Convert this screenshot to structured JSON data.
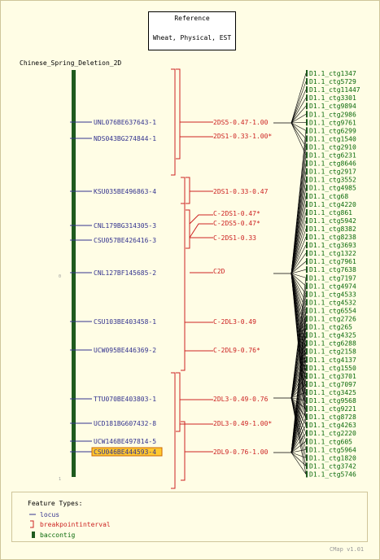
{
  "reference": {
    "title": "Reference",
    "subtitle": "Wheat, Physical, EST"
  },
  "map_name": "Chinese_Spring_Deletion_2D",
  "scale": {
    "start": "0",
    "end": "1"
  },
  "loci": [
    {
      "label": "UNL076BE637643-1",
      "highlight": false
    },
    {
      "label": "NDS043BG274844-1",
      "highlight": false
    },
    {
      "label": "KSU035BE496863-4",
      "highlight": false
    },
    {
      "label": "CNL179BG314305-3",
      "highlight": false
    },
    {
      "label": "CSU057BE426416-3",
      "highlight": false
    },
    {
      "label": "CNL127BF145685-2",
      "highlight": false
    },
    {
      "label": "CSU103BE403458-1",
      "highlight": false
    },
    {
      "label": "UCW095BE446369-2",
      "highlight": false
    },
    {
      "label": "TTU070BE403803-1",
      "highlight": false
    },
    {
      "label": "UCD181BG607432-8",
      "highlight": false
    },
    {
      "label": "UCW146BE497814-5",
      "highlight": false
    },
    {
      "label": "CSU046BE444593-4",
      "highlight": true
    }
  ],
  "intervals": [
    "2DS5-0.47-1.00",
    "2DS1-0.33-1.00*",
    "2DS1-0.33-0.47",
    "C-2DS1-0.47*",
    "C-2DS5-0.47*",
    "C-2DS1-0.33",
    "C2D",
    "C-2DL3-0.49",
    "C-2DL9-0.76*",
    "2DL3-0.49-0.76",
    "2DL3-0.49-1.00*",
    "2DL9-0.76-1.00"
  ],
  "contigs": [
    "D1.1_ctg1347",
    "D1.1_ctg5729",
    "D1.1_ctg11447",
    "D1.1_ctg3301",
    "D1.1_ctg9894",
    "D1.1_ctg2986",
    "D1.1_ctg9761",
    "D1.1_ctg6299",
    "D1.1_ctg1540",
    "D1.1_ctg2910",
    "D1.1_ctg6231",
    "D1.1_ctg8646",
    "D1.1_ctg2917",
    "D1.1_ctg3552",
    "D1.1_ctg4985",
    "D1.1_ctg68",
    "D1.1_ctg4220",
    "D1.1_ctg861",
    "D1.1_ctg5942",
    "D1.1_ctg8382",
    "D1.1_ctg8238",
    "D1.1_ctg3693",
    "D1.1_ctg1322",
    "D1.1_ctg7961",
    "D1.1_ctg7638",
    "D1.1_ctg7197",
    "D1.1_ctg4974",
    "D1.1_ctg4533",
    "D1.1_ctg4532",
    "D1.1_ctg6554",
    "D1.1_ctg2726",
    "D1.1_ctg265",
    "D1.1_ctg4325",
    "D1.1_ctg6288",
    "D1.1_ctg2158",
    "D1.1_ctg4137",
    "D1.1_ctg1550",
    "D1.1_ctg3701",
    "D1.1_ctg7097",
    "D1.1_ctg3425",
    "D1.1_ctg9568",
    "D1.1_ctg9221",
    "D1.1_ctg8728",
    "D1.1_ctg4263",
    "D1.1_ctg2220",
    "D1.1_ctg605",
    "D1.1_ctg5964",
    "D1.1_ctg1820",
    "D1.1_ctg3742",
    "D1.1_ctg5746"
  ],
  "legend": {
    "title": "Feature Types:",
    "items": [
      {
        "label": "locus",
        "icon": "locus-line-icon"
      },
      {
        "label": "breakpointinterval",
        "icon": "bracket-icon"
      },
      {
        "label": "baccontig",
        "icon": "contig-bar-icon"
      }
    ]
  },
  "version": "CMap v1.01",
  "colors": {
    "background": "#fffde5",
    "map_bar": "#1e5a1e",
    "locus": "#33338f",
    "interval": "#cc2222",
    "contig": "#0a6a0a",
    "highlight": "#ffc830"
  }
}
